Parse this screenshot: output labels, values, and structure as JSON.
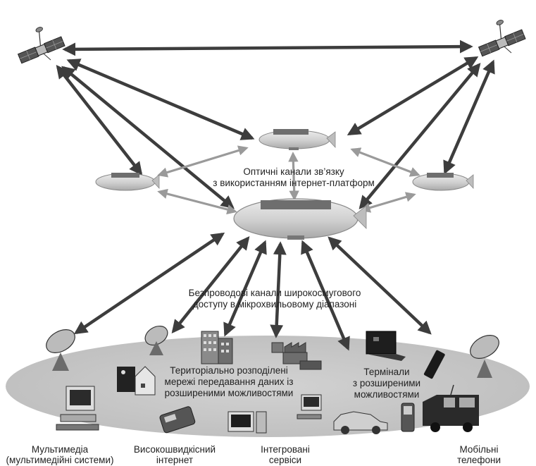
{
  "colors": {
    "dark_arrow": "#3d3d3d",
    "light_arrow": "#9a9a9a",
    "ground_ellipse": "#c9c9c9",
    "airship": "#cfcfcf",
    "airship_stripe": "#6e6e6e"
  },
  "labels": {
    "optical_channels": [
      "Оптичні канали зв’язку",
      "з використанням інтернет-платформ"
    ],
    "wireless_channels": [
      "Безпроводові канали широкосмугового",
      "доступу в мікрохвильовому діапазоні"
    ],
    "territorial_networks": [
      "Територіально розподілені",
      "мережі передавання даних із",
      "розширеними можливостями"
    ],
    "terminals": [
      "Термінали",
      "з розширеними",
      "можливостями"
    ]
  },
  "bottom_labels": {
    "multimedia": [
      "Мультимедіа",
      "(мультимедійні системи)"
    ],
    "internet": [
      "Високошвидкісний",
      "інтернет"
    ],
    "services": [
      "Інтегровані",
      "сервіси"
    ],
    "phones": [
      "Мобільні",
      "телефони"
    ]
  },
  "icons": [
    "satellite-icon",
    "airship-icon",
    "dish-antenna-icon",
    "computer-icon",
    "building-icon",
    "factory-icon",
    "laptop-icon",
    "car-icon",
    "van-icon",
    "mobile-phone-icon",
    "house-icon"
  ]
}
